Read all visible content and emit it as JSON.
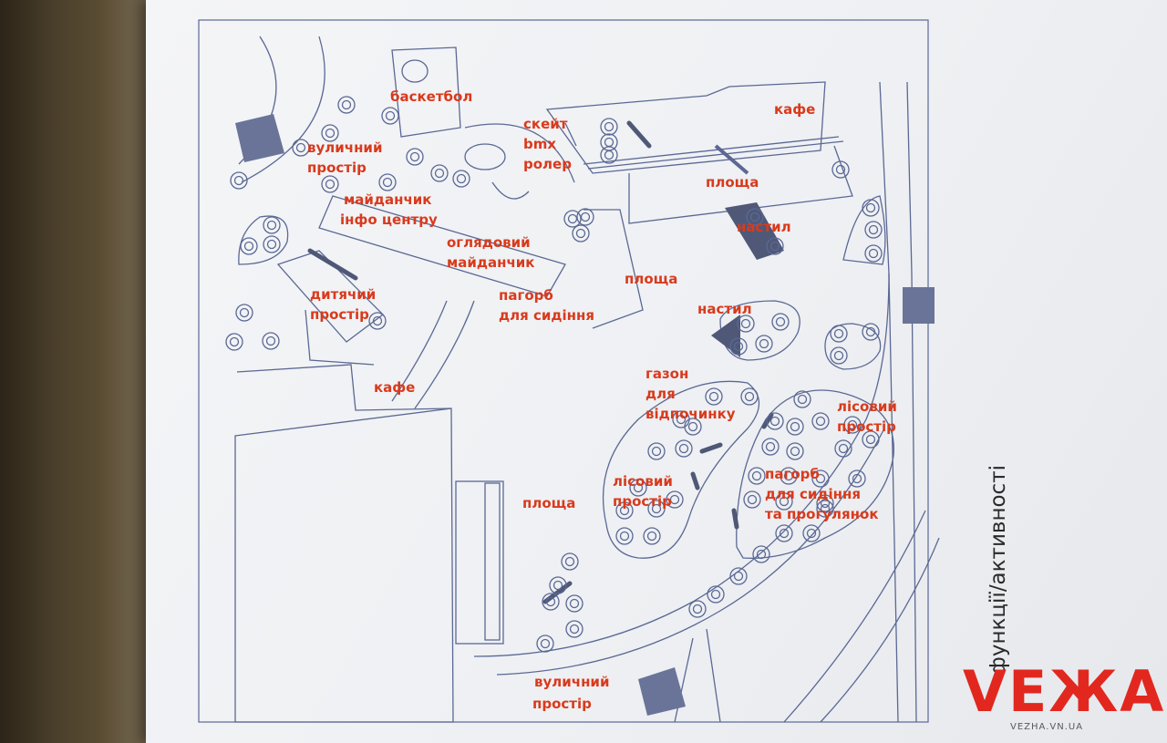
{
  "labels": {
    "basketball": "баскетбол",
    "skate_1": "скейт",
    "skate_2": "bmx",
    "skate_3": "ролер",
    "cafe_top": "кафе",
    "street_top_1": "вуличний",
    "street_top_2": "простір",
    "info_1": "майданчик",
    "info_2": "інфо центру",
    "square_top": "площа",
    "deck_top": "настил",
    "view_1": "оглядовий",
    "view_2": "майданчик",
    "square_mid": "площа",
    "hill_1": "пагорб",
    "hill_2": "для сидіння",
    "kids_1": "дитячий",
    "kids_2": "простір",
    "deck_mid": "настил",
    "cafe_left": "кафе",
    "lawn_1": "газон",
    "lawn_2": "для",
    "lawn_3": "відпочинку",
    "forest_right_1": "лісовий",
    "forest_right_2": "простір",
    "forest_mid_1": "лісовий",
    "forest_mid_2": "простір",
    "hill_walk_1": "пагорб",
    "hill_walk_2": "для сидіння",
    "hill_walk_3": "та прогулянок",
    "square_bottom": "площа",
    "street_bottom_1": "вуличний",
    "street_bottom_2": "простір"
  },
  "title": "функції/активності",
  "brand": {
    "name": "VEЖА",
    "url": "VEZHA.VN.UA",
    "color": "#e2271f"
  },
  "colors": {
    "label": "#d93a1c",
    "line": "#4f5d8a"
  }
}
